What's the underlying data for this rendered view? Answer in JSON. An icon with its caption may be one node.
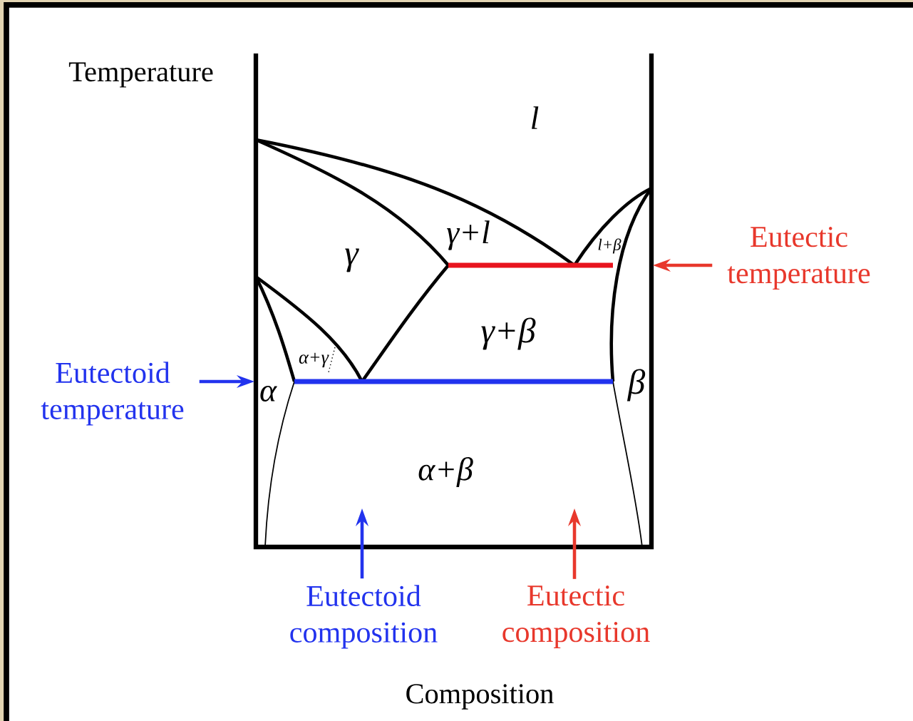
{
  "diagram": {
    "nodes": [
      {
        "text": [
          "Eutectic temperature"
        ]
      },
      {
        "text": [
          "Eutectoid temperature"
        ]
      },
      {
        "text": [
          "Eutectoid composition"
        ]
      },
      {
        "text": [
          "Eutectic composition"
        ]
      }
    ],
    "edges": [
      {
        "from": 0,
        "to": null,
        "arrow": "to",
        "color": "#e8382c"
      },
      {
        "from": 1,
        "to": null,
        "arrow": "to",
        "color": "#2233ee"
      },
      {
        "from": 2,
        "to": null,
        "arrow": "to",
        "color": "#2233ee"
      },
      {
        "from": 3,
        "to": null,
        "arrow": "to",
        "color": "#e8382c"
      }
    ],
    "labels": [
      "Temperature",
      "l",
      "γ+l",
      "l+β",
      "γ",
      "γ+β",
      "α+γ",
      "β",
      "α",
      "α+β",
      "Composition"
    ]
  }
}
